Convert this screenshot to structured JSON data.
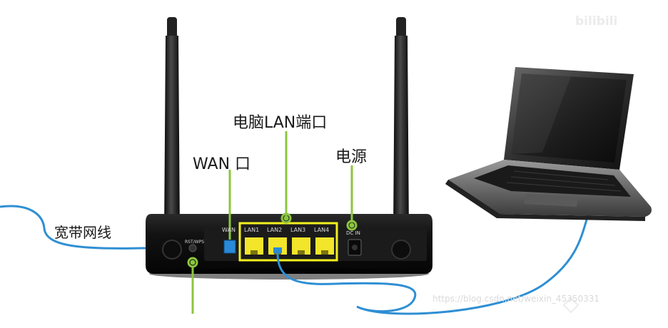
{
  "labels": {
    "wan_port": "WAN 口",
    "lan_ports": "电脑LAN端口",
    "power": "电源",
    "broadband_cable": "宽带网线"
  },
  "router": {
    "reset_label": "RST/WPS",
    "wan_label": "WAN",
    "lan_labels": [
      "LAN1",
      "LAN2",
      "LAN3",
      "LAN4"
    ],
    "dc_label": "DC IN"
  },
  "watermarks": {
    "top_right": "bilibili",
    "bottom_right": "https://blog.csdn.net/weixin_45350331"
  },
  "colors": {
    "cable": "#2f8fd3",
    "callout": "#8cc63f",
    "highlight": "#f3ef1f",
    "port_yellow": "#f2e52a",
    "wan_blue": "#2a8ad8",
    "router_body": "#111111"
  }
}
